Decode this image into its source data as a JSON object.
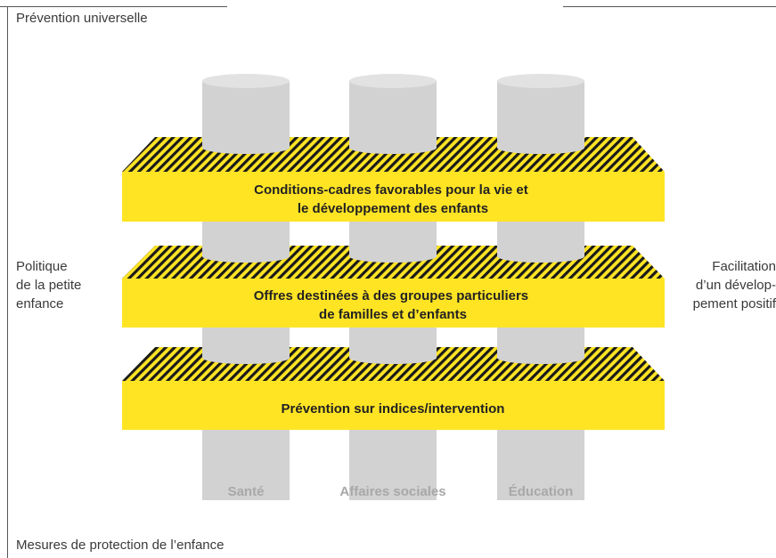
{
  "corners": {
    "top_left": "Prévention universelle",
    "bottom_left": "Mesures de protection de l’enfance"
  },
  "left_label": [
    "Politique",
    "de la petite",
    "enfance"
  ],
  "right_label": [
    "Facilitation",
    "d’un dévelop-",
    "pement positif"
  ],
  "layers": [
    {
      "lines": [
        "Conditions-cadres favorables pour la vie et",
        "le développement des enfants"
      ]
    },
    {
      "lines": [
        "Offres destinées à des groupes particuliers",
        "de familles et d’enfants"
      ]
    },
    {
      "lines": [
        "Prévention sur indices/intervention"
      ]
    }
  ],
  "pillars": [
    "Santé",
    "Affaires sociales",
    "Éducation"
  ],
  "colors": {
    "yellow": "#FFE424",
    "pillar": "#D2D2D2",
    "pillar_top": "#E2E2E2",
    "hatch": "#1A1A1A",
    "label_gray": "#A8A8A8"
  }
}
